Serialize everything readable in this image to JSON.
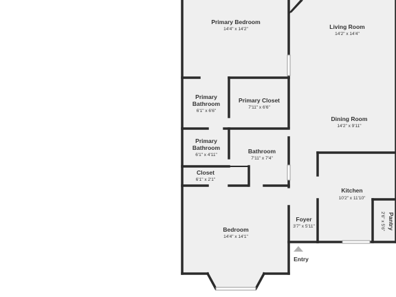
{
  "floor_plan": {
    "rooms": {
      "primary_bedroom": {
        "name": "Primary Bedroom",
        "dims": "14'4\" x 14'2\""
      },
      "living_room": {
        "name": "Living Room",
        "dims": "14'2\" x 14'4\""
      },
      "primary_bathroom_1": {
        "name_line1": "Primary",
        "name_line2": "Bathroom",
        "dims": "6'1\" x 6'6\""
      },
      "primary_closet": {
        "name": "Primary Closet",
        "dims": "7'11\" x 6'6\""
      },
      "dining_room": {
        "name": "Dining Room",
        "dims": "14'2\" x 9'11\""
      },
      "primary_bathroom_2": {
        "name_line1": "Primary",
        "name_line2": "Bathroom",
        "dims": "6'1\" x 4'11\""
      },
      "bathroom": {
        "name": "Bathroom",
        "dims": "7'11\" x 7'4\""
      },
      "closet": {
        "name": "Closet",
        "dims": "6'1\" x 2'1\""
      },
      "kitchen": {
        "name": "Kitchen",
        "dims": "10'2\" x 11'10\""
      },
      "pantry": {
        "name": "Pantry",
        "dims": "2'6\" x 5'6\""
      },
      "foyer": {
        "name": "Foyer",
        "dims": "3'7\" x 5'11\""
      },
      "bedroom": {
        "name": "Bedroom",
        "dims": "14'4\" x 14'1\""
      }
    },
    "entry_label": "Entry"
  }
}
